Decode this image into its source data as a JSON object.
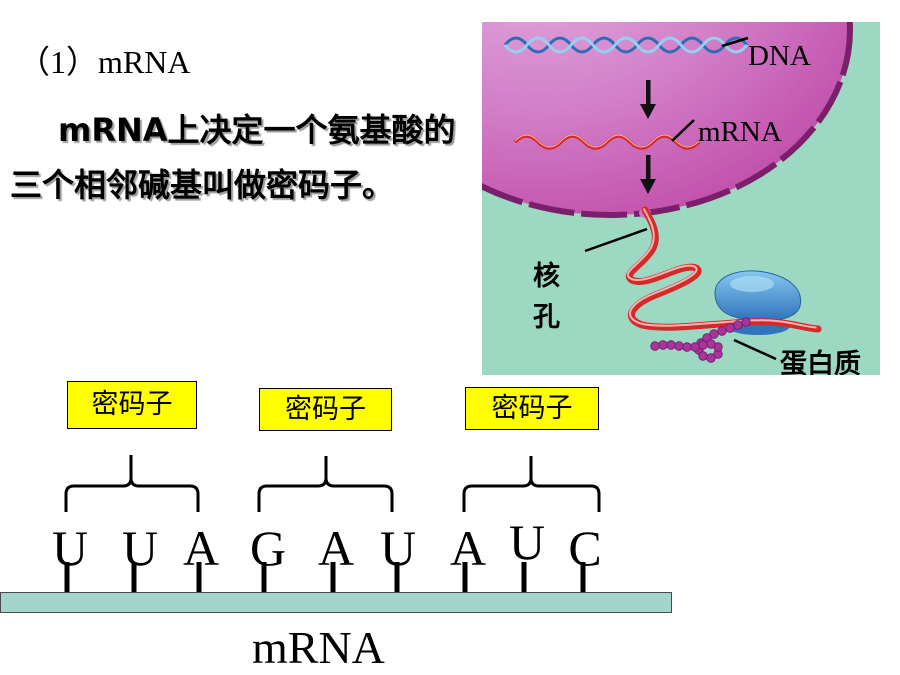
{
  "slide": {
    "heading": "（1）mRNA",
    "definition_line1": "mRNA上决定一个氨基酸的",
    "definition_line2": "三个相邻碱基叫做密码子。"
  },
  "figure": {
    "dna_label": "DNA",
    "mrna_label": "mRNA",
    "nuclear_pore_label": "核孔",
    "protein_label": "蛋白质"
  },
  "codons": [
    {
      "label": "密码子",
      "bases": [
        "U",
        "U",
        "A"
      ]
    },
    {
      "label": "密码子",
      "bases": [
        "G",
        "A",
        "U"
      ]
    },
    {
      "label": "密码子",
      "bases": [
        "A",
        "U",
        "C"
      ]
    }
  ],
  "strand_label": "mRNA",
  "colors": {
    "codon_box": "#ffff00",
    "cytoplasm": "#9cd8c2",
    "nucleus": "#c252ac",
    "nuclear_envelope": "#7a1f6a",
    "dna": "#2a6fb5",
    "mrna": "#d42a2a",
    "ribosome": "#2f74bc",
    "protein": "#a8349c",
    "strand": "#a3d5cc"
  }
}
